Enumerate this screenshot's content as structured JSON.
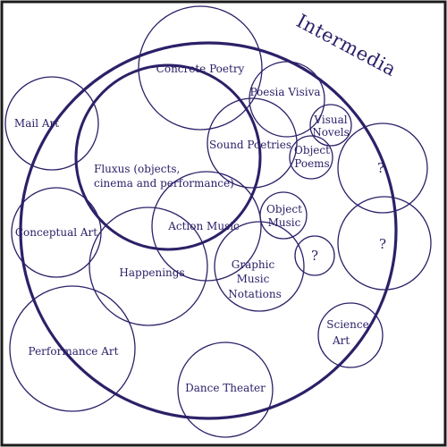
{
  "diagram": {
    "title": "Intermedia",
    "labels": {
      "concrete_poetry": "Concrete Poetry",
      "poesia_visiva": "Poesia Visiva",
      "visual_novels_1": "Visual",
      "visual_novels_2": "Novels",
      "mail_art": "Mail Art",
      "sound_poetries": "Sound Poetries",
      "object_poems_1": "Object",
      "object_poems_2": "Poems",
      "fluxus_1": "Fluxus (objects,",
      "fluxus_2": "cinema and performance)",
      "question_1": "?",
      "conceptual_art": "Conceptual Art",
      "action_music": "Action Music",
      "object_music_1": "Object",
      "object_music_2": "Music",
      "question_2": "?",
      "question_3": "?",
      "happenings": "Happenings",
      "graphic_notations_1": "Graphic",
      "graphic_notations_2": "Music",
      "graphic_notations_3": "Notations",
      "science_art_1": "Science",
      "science_art_2": "Art",
      "performance_art": "Performance Art",
      "dance_theater": "Dance Theater"
    },
    "colors": {
      "stroke": "#2b2168",
      "frame": "#1c1c1c",
      "background": "#ffffff"
    }
  }
}
